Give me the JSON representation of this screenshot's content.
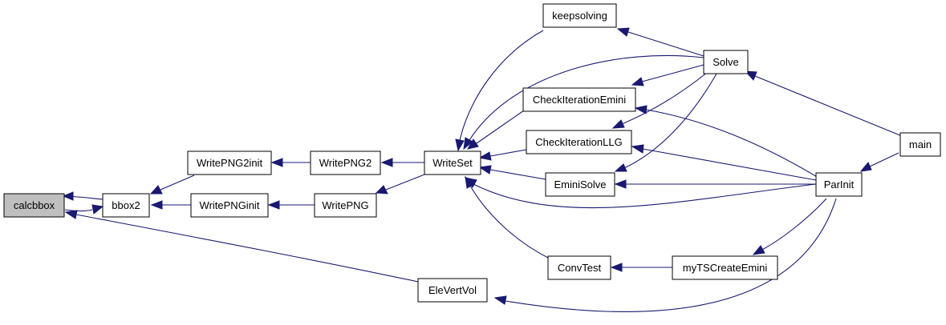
{
  "colors": {
    "edge": "#191970",
    "node_fill": "#ffffff",
    "highlight_fill": "#bfbfbf",
    "node_border": "#000000"
  },
  "nodes": {
    "calcbbox": "calcbbox",
    "bbox2": "bbox2",
    "writepng2init": "WritePNG2init",
    "writepnginit": "WritePNGinit",
    "writepng2": "WritePNG2",
    "writepng": "WritePNG",
    "writeset": "WriteSet",
    "keepsolving": "keepsolving",
    "checkiterationemini": "CheckIterationEmini",
    "checkiterationllg": "CheckIterationLLG",
    "eminisolve": "EminiSolve",
    "convtest": "ConvTest",
    "elevertvol": "EleVertVol",
    "solve": "Solve",
    "mytscreateemini": "myTSCreateEmini",
    "parinit": "ParInit",
    "main": "main"
  }
}
